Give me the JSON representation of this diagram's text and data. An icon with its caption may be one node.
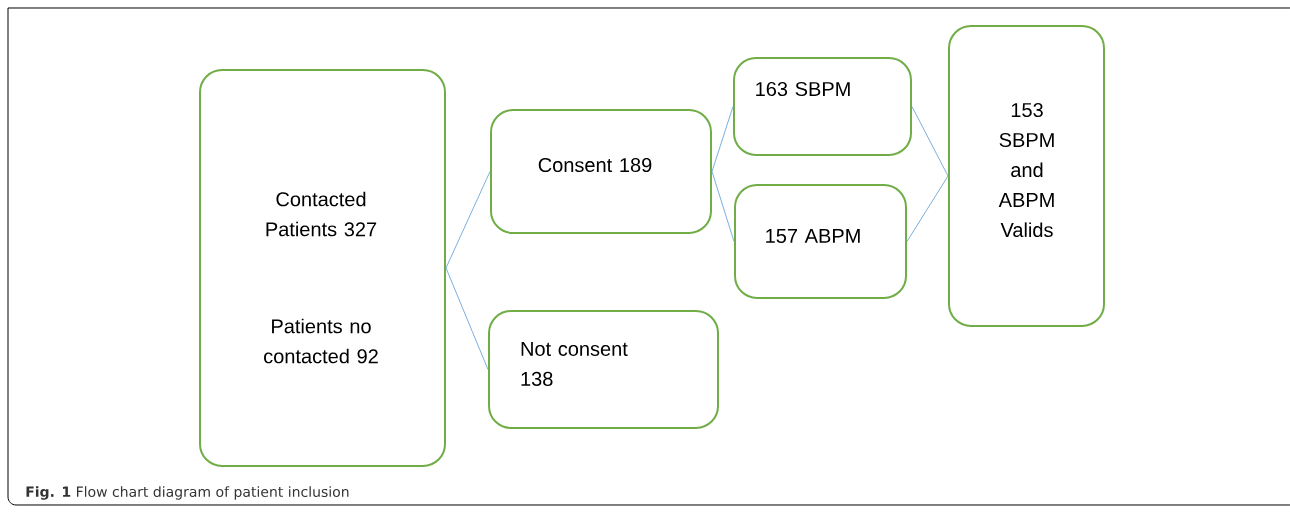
{
  "diagram": {
    "caption": "**Fig. 1** Flow chart diagram of patient inclusion",
    "nodes": [
      {
        "text": [
          "Contacted Patients 327",
          "Patients no contacted 92"
        ]
      },
      {
        "text": [
          "Consent 189"
        ]
      },
      {
        "text": [
          "Not consent 138"
        ]
      },
      {
        "text": [
          "163 SBPM"
        ]
      },
      {
        "text": [
          "157 ABPM"
        ]
      },
      {
        "text": [
          "153 SBPM and ABPM Valids"
        ]
      }
    ],
    "edges": [
      {
        "from": 0,
        "to": 1,
        "arrow": "none"
      },
      {
        "from": 0,
        "to": 2,
        "arrow": "none"
      },
      {
        "from": 1,
        "to": 3,
        "arrow": "none"
      },
      {
        "from": 1,
        "to": 4,
        "arrow": "none"
      },
      {
        "from": 3,
        "to": 5,
        "arrow": "none"
      },
      {
        "from": 4,
        "to": 5,
        "arrow": "none"
      }
    ]
  }
}
